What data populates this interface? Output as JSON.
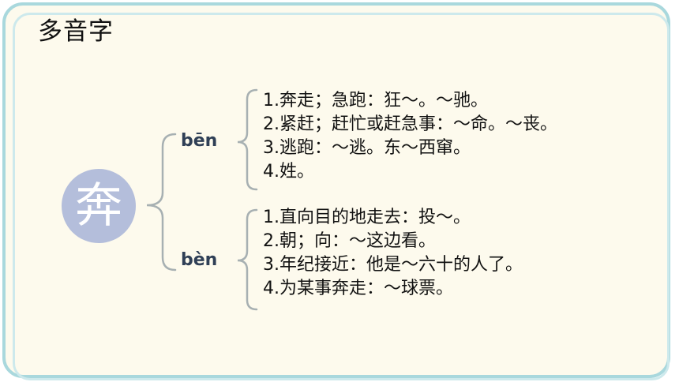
{
  "title": "多音字",
  "character": "奔",
  "readings": [
    {
      "pinyin": "bēn",
      "definitions": [
        "1.奔走；急跑：狂～。～驰。",
        "2.紧赶；赶忙或赶急事：～命。～丧。",
        "3.逃跑：～逃。东～西窜。",
        "4.姓。"
      ]
    },
    {
      "pinyin": "bèn",
      "definitions": [
        "1.直向目的地走去：投～。",
        "2.朝；向：～这边看。",
        "3.年纪接近：他是～六十的人了。",
        "4.为某事奔走：～球票。"
      ]
    }
  ],
  "colors": {
    "frame_border": "#a9d8dd",
    "background": "#fdfaed",
    "circle": "#b4bedb",
    "pinyin": "#2f3f56",
    "brace": "#a7b0b2"
  }
}
